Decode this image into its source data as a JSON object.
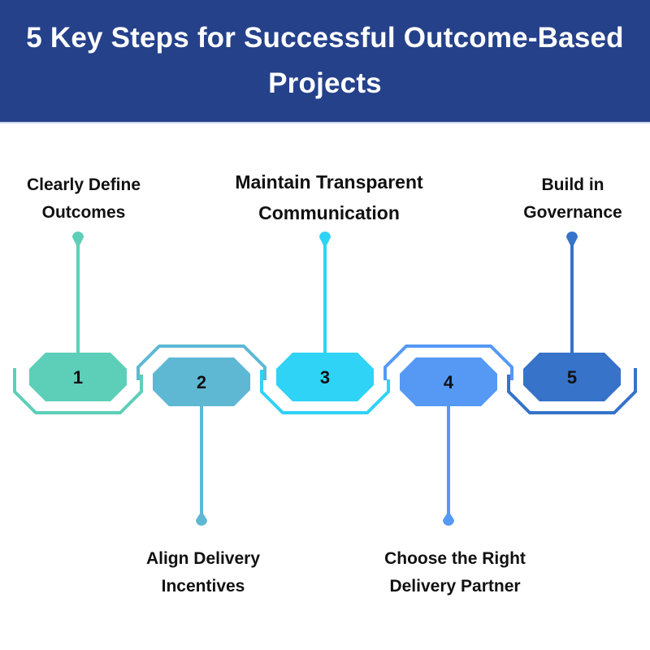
{
  "header": {
    "title": "5 Key Steps for Successful Outcome-Based Projects",
    "background": "#25418a"
  },
  "steps": [
    {
      "number": "1",
      "label_line1": "Clearly Define",
      "label_line2": "Outcomes",
      "position": "top",
      "color": "#5dcfb8"
    },
    {
      "number": "2",
      "label_line1": "Align Delivery",
      "label_line2": "Incentives",
      "position": "bottom",
      "color": "#5eb8d4"
    },
    {
      "number": "3",
      "label_line1": "Maintain Transparent",
      "label_line2": "Communication",
      "position": "top",
      "color": "#2fd3f5"
    },
    {
      "number": "4",
      "label_line1": "Choose the Right",
      "label_line2": "Delivery Partner",
      "position": "bottom",
      "color": "#5599f5"
    },
    {
      "number": "5",
      "label_line1": "Build in",
      "label_line2": "Governance",
      "position": "top",
      "color": "#3673c9"
    }
  ]
}
